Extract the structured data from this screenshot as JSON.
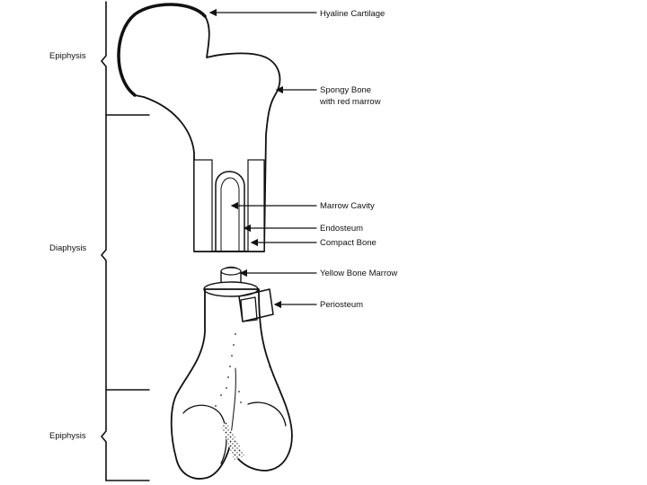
{
  "section_labels": {
    "top": "Epiphysis",
    "middle": "Diaphysis",
    "bottom": "Epiphysis"
  },
  "callouts": {
    "hyaline_cartilage": "Hyaline Cartilage",
    "spongy_bone_line1": "Spongy Bone",
    "spongy_bone_line2": "with red marrow",
    "marrow_cavity": "Marrow Cavity",
    "endosteum": "Endosteum",
    "compact_bone": "Compact Bone",
    "yellow_bone_marrow": "Yellow Bone Marrow",
    "periosteum": "Periosteum"
  },
  "colors": {
    "ink": "#111111",
    "background": "#ffffff"
  }
}
